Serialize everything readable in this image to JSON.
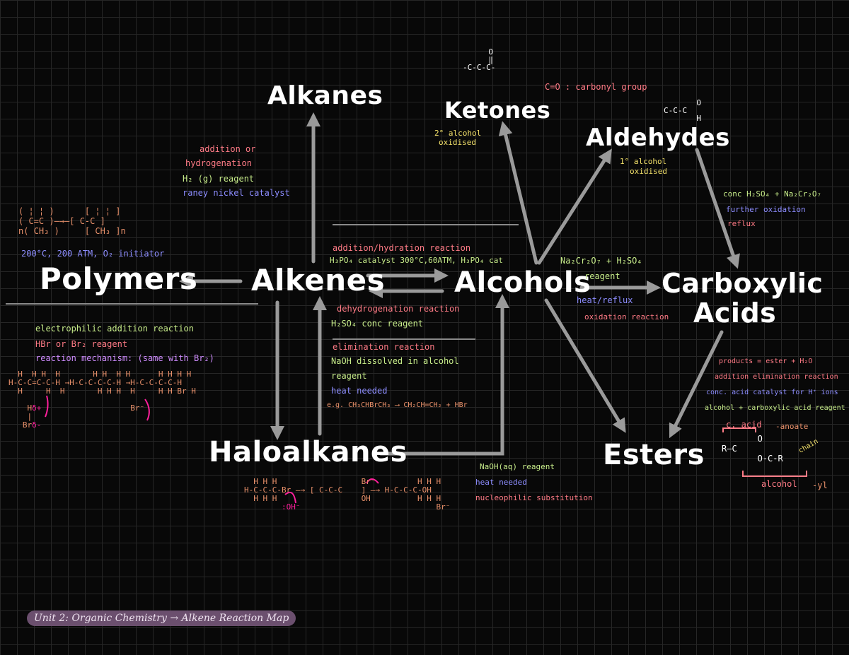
{
  "nodes": {
    "alkanes": "Alkanes",
    "ketones": "Ketones",
    "aldehydes": "Aldehydes",
    "polymers": "Polymers",
    "alkenes": "Alkenes",
    "alcohols": "Alcohols",
    "carboxylic_line1": "Carboxylic",
    "carboxylic_line2": "Acids",
    "haloalkanes": "Haloalkanes",
    "esters": "Esters"
  },
  "notes": {
    "alkanes_1": "addition or",
    "alkanes_2": "hydrogenation",
    "alkanes_3": "H₂ (g) reagent",
    "alkanes_4": "raney nickel catalyst",
    "polymer_cond": "200°C, 200 ATM, O₂ initiator",
    "ketones_1": "2° alcohol",
    "ketones_2": "oxidised",
    "carbonyl": "C=O : carbonyl group",
    "aldehydes_1": "1° alcohol",
    "aldehydes_2": "oxidised",
    "carbox_1": "conc H₂SO₄ + Na₂Cr₂O₇",
    "carbox_2": "further oxidation",
    "carbox_3": "reflux",
    "hydration_1": "addition/hydration reaction",
    "hydration_2": "H₃PO₄ catalyst  300°C,60ATM, H₃PO₄ cat",
    "dehydro_1": "dehydrogenation reaction",
    "dehydro_2": "H₂SO₄ conc reagent",
    "elim_1": "elimination reaction",
    "elim_2": "NaOH dissolved in alcohol",
    "elim_3": "reagent",
    "elim_4": "heat needed",
    "elim_5": "e.g. CH₃CHBrCH₃ ⟶ CH₂CH=CH₂ + HBr",
    "oxid_1": "Na₂Cr₂O₇ + H₂SO₄",
    "oxid_2": "reagent",
    "oxid_3": "heat/reflux",
    "oxid_4": "oxidation reaction",
    "electro_1": "electrophilic addition reaction",
    "electro_2": "HBr or Br₂ reagent",
    "electro_3": "reaction mechanism: (same with Br₂)",
    "subst_1": "NaOH(aq) reagent",
    "subst_2": "heat needed",
    "subst_3": "nucleophilic substitution",
    "ester_1": "products = ester + H₂O",
    "ester_2": "addition elimination reaction",
    "ester_3": "conc. acid catalyst for H⁺ ions",
    "ester_4": "alcohol + carboxylic acid reagent",
    "ester_acid": "c. acid",
    "ester_anoate": "-anoate",
    "ester_chain": "chain",
    "ester_alcohol": "alcohol",
    "ester_yl": "-yl"
  },
  "footer": "Unit 2: Organic Chemistry → Alkene Reaction Map",
  "colors": {
    "arrow": "#9a9a9a",
    "pink": "#ff7b86",
    "green": "#c7ec8a",
    "blue": "#8d8dff",
    "purple": "#cf8cff",
    "orange": "#e8906a"
  }
}
